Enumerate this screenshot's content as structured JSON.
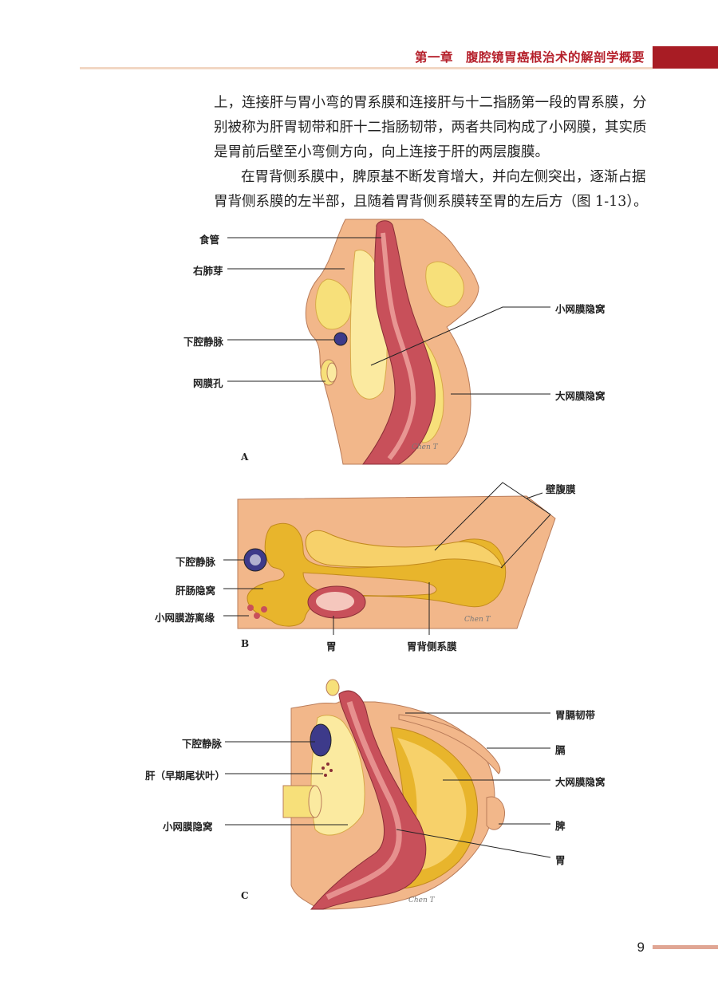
{
  "header": {
    "chapter_title": "第一章　腹腔镜胃癌根治术的解剖学概要"
  },
  "body": {
    "lines": [
      "上，连接肝与胃小弯的胃系膜和连接肝与十二指肠第一段的胃系膜，分",
      "别被称为肝胃韧带和肝十二指肠韧带，两者共同构成了小网膜，其实质",
      "是胃前后壁至小弯侧方向，向上连接于肝的两层腹膜。",
      "在胃背侧系膜中，脾原基不断发育增大，并向左侧突出，逐渐占据",
      "胃背侧系膜的左半部，且随着胃背侧系膜转至胃的左后方（图 1-13）。"
    ]
  },
  "figure": {
    "panel_a": {
      "letter": "A",
      "labels": {
        "esophagus": "食管",
        "right_lung_bud": "右肺芽",
        "ivc": "下腔静脉",
        "omental_foramen": "网膜孔",
        "lesser_sac": "小网膜隐窝",
        "greater_sac": "大网膜隐窝"
      }
    },
    "panel_b": {
      "letter": "B",
      "labels": {
        "parietal_peritoneum": "壁腹膜",
        "ivc": "下腔静脉",
        "hepatoenteric_recess": "肝肠隐窝",
        "lesser_omentum_free_edge": "小网膜游离缘",
        "stomach": "胃",
        "dorsal_mesogastrium": "胃背侧系膜"
      }
    },
    "panel_c": {
      "letter": "C",
      "labels": {
        "ivc": "下腔静脉",
        "liver": "肝（早期尾状叶）",
        "lesser_sac": "小网膜隐窝",
        "gastrophrenic_ligament": "胃膈韧带",
        "diaphragm": "膈",
        "greater_sac": "大网膜隐窝",
        "spleen": "脾",
        "stomach": "胃"
      }
    },
    "signature": "Chen T",
    "colors": {
      "tissue": "#f2b78a",
      "mesentery": "#f7e07a",
      "recess": "#e8b52c",
      "stomach": "#c8505a",
      "stomach_light": "#f0a6a0",
      "vein": "#3d3a8a"
    }
  },
  "footer": {
    "page_number": "9"
  }
}
